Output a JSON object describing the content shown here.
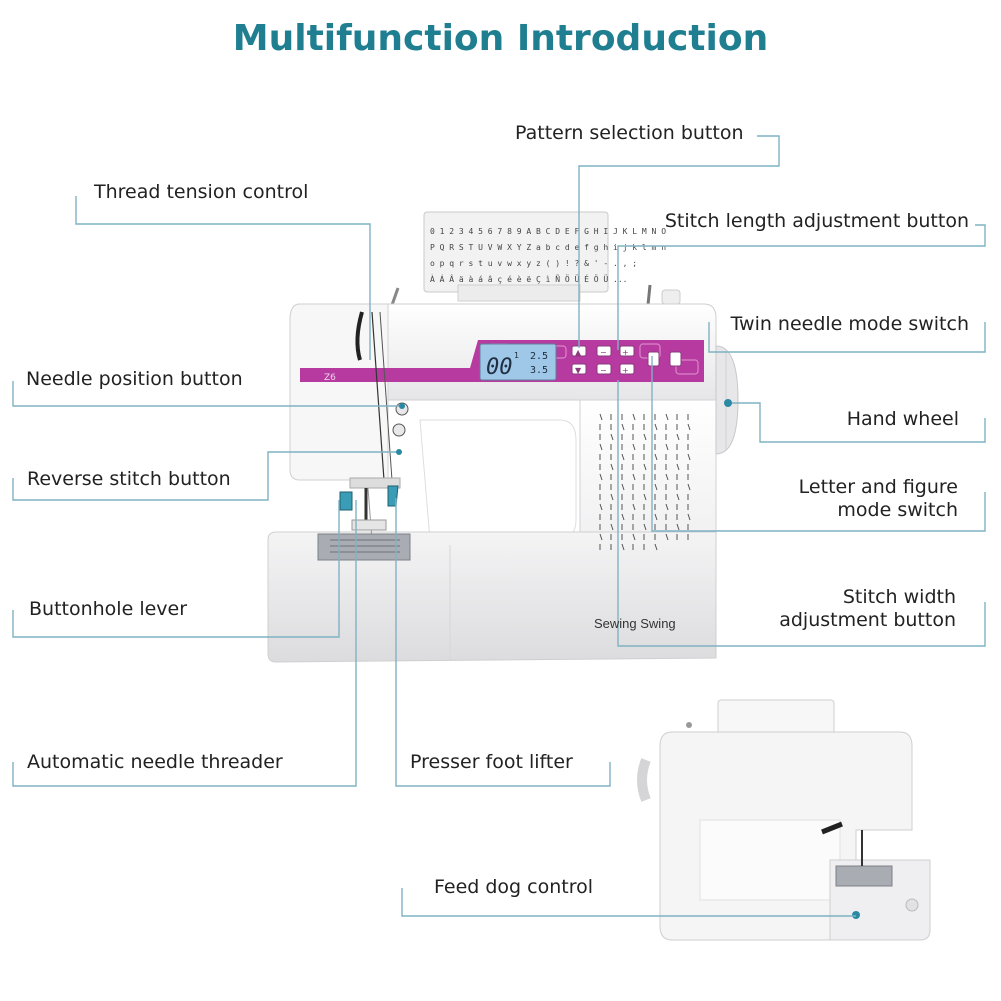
{
  "title": "Multifunction Introduction",
  "accent_color": "#1f7f91",
  "panel_color": "#b73aa1",
  "watermark": "Sewing Swing",
  "labels": {
    "pattern_selection": "Pattern selection button",
    "thread_tension": "Thread tension control",
    "stitch_length": "Stitch length adjustment button",
    "twin_needle": "Twin needle mode switch",
    "needle_position": "Needle position button",
    "hand_wheel": "Hand wheel",
    "reverse_stitch": "Reverse stitch button",
    "letter_figure_1": "Letter and figure",
    "letter_figure_2": "mode switch",
    "buttonhole": "Buttonhole lever",
    "stitch_width_1": "Stitch width",
    "stitch_width_2": "adjustment button",
    "needle_threader": "Automatic needle threader",
    "presser_foot": "Presser foot lifter",
    "feed_dog": "Feed dog control"
  },
  "machine": {
    "pattern_rows": [
      "0 1 2 3 4 5 6 7 8 9 A B C D E F G H I J K L M N O",
      "P Q R S T U V W X Y Z a b c d e f g h i j k l m n",
      "o p q r s t u v w x y z ( ) ! ? & ' - . , ;",
      "À Á Â ä à á â ç é è ë Ç ì Ñ Ö Ü É Ö Ü ..."
    ],
    "lcd_main": "00",
    "lcd_sup": "1",
    "lcd_length": "2.5",
    "lcd_width": "3.5",
    "model": "Z6"
  }
}
